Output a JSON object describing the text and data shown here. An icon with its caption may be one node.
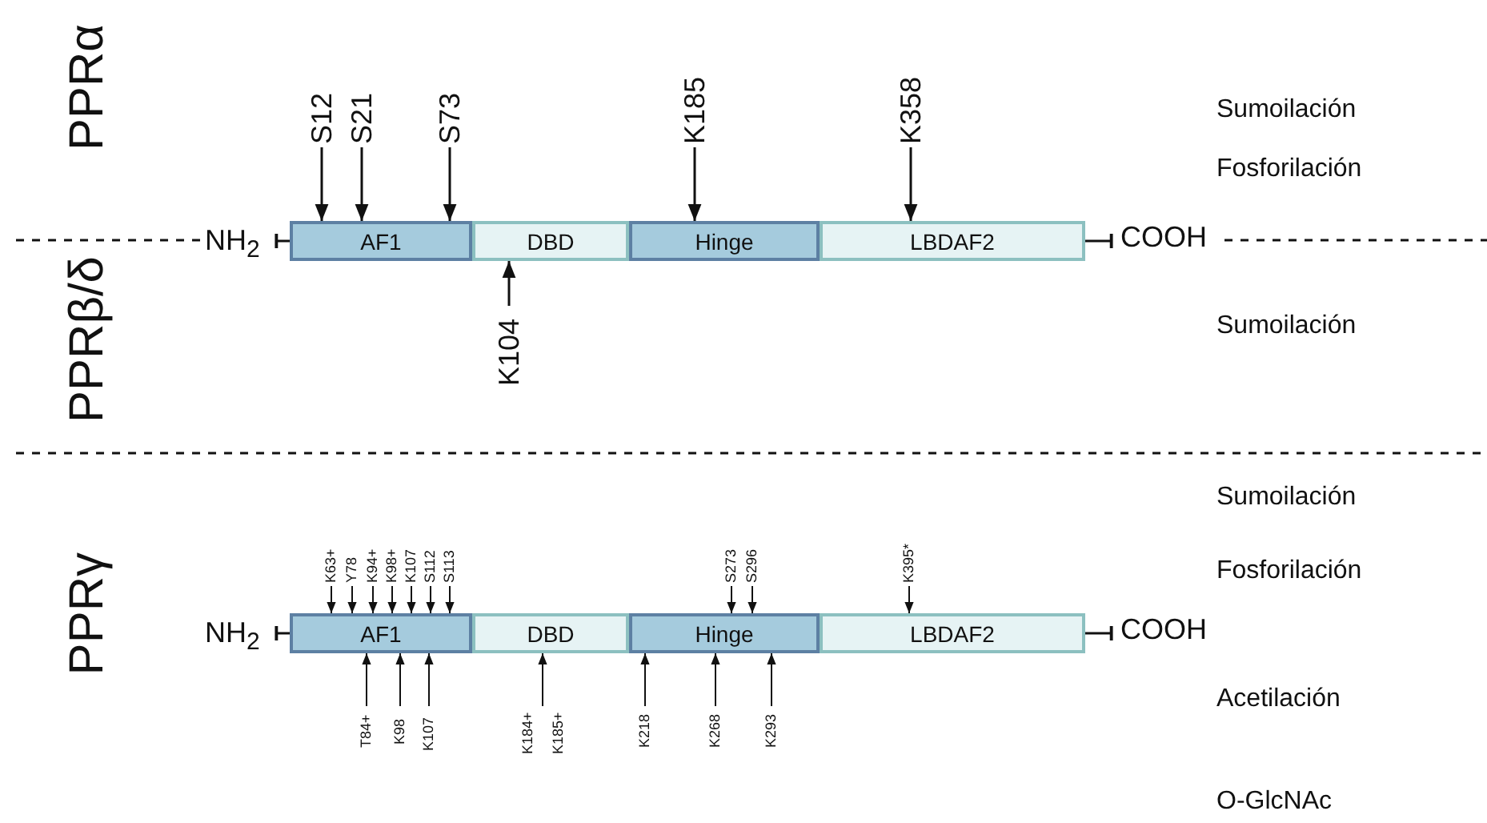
{
  "diagram": {
    "nodes": [
      {
        "text": [
          "NH$_{2}$"
        ]
      },
      {
        "text": [
          "AF1"
        ]
      },
      {
        "text": [
          "DBD"
        ]
      },
      {
        "text": [
          "Hinge"
        ]
      },
      {
        "text": [
          "LBDAF2"
        ]
      },
      {
        "text": [
          "COOH"
        ]
      },
      {
        "text": [
          "S12"
        ]
      },
      {
        "text": [
          "S21"
        ]
      },
      {
        "text": [
          "S73"
        ]
      },
      {
        "text": [
          "K185"
        ]
      },
      {
        "text": [
          "K358"
        ]
      },
      {
        "text": [
          "K104"
        ]
      },
      {
        "text": [
          "NH$_{2}$"
        ]
      },
      {
        "text": [
          "AF1"
        ]
      },
      {
        "text": [
          "DBD"
        ]
      },
      {
        "text": [
          "Hinge"
        ]
      },
      {
        "text": [
          "LBDAF2"
        ]
      },
      {
        "text": [
          "COOH"
        ]
      },
      {
        "text": [
          "K63+"
        ]
      },
      {
        "text": [
          "Y78"
        ]
      },
      {
        "text": [
          "K94+"
        ]
      },
      {
        "text": [
          "K98+"
        ]
      },
      {
        "text": [
          "K107"
        ]
      },
      {
        "text": [
          "S112"
        ]
      },
      {
        "text": [
          "S113"
        ]
      },
      {
        "text": [
          "S273"
        ]
      },
      {
        "text": [
          "S296"
        ]
      },
      {
        "text": [
          "K395*"
        ]
      },
      {
        "text": [
          "T84+"
        ]
      },
      {
        "text": [
          "K98"
        ]
      },
      {
        "text": [
          "K107"
        ]
      },
      {
        "text": [
          "K184+"
        ]
      },
      {
        "text": [
          "K185+"
        ]
      },
      {
        "text": [
          "K218"
        ]
      },
      {
        "text": [
          "K268"
        ]
      },
      {
        "text": [
          "K293"
        ]
      }
    ],
    "edges": [
      {
        "from": 0,
        "to": 1,
        "arrow": "other"
      },
      {
        "from": 5,
        "to": 4,
        "arrow": "other"
      },
      {
        "from": 6,
        "to": 1,
        "arrow": "to"
      },
      {
        "from": 7,
        "to": 1,
        "arrow": "to"
      },
      {
        "from": 8,
        "to": 1,
        "arrow": "to"
      },
      {
        "from": 9,
        "to": 3,
        "arrow": "to"
      },
      {
        "from": 10,
        "to": 4,
        "arrow": "to"
      },
      {
        "from": 11,
        "to": 2,
        "arrow": "to"
      },
      {
        "from": 12,
        "to": 13,
        "arrow": "other"
      },
      {
        "from": 17,
        "to": 16,
        "arrow": "other"
      },
      {
        "from": 18,
        "to": 13,
        "arrow": "to"
      },
      {
        "from": 19,
        "to": 13,
        "arrow": "to"
      },
      {
        "from": 20,
        "to": 13,
        "arrow": "to"
      },
      {
        "from": 21,
        "to": 13,
        "arrow": "to"
      },
      {
        "from": 22,
        "to": 13,
        "arrow": "to"
      },
      {
        "from": 23,
        "to": 13,
        "arrow": "to"
      },
      {
        "from": 24,
        "to": 13,
        "arrow": "to"
      },
      {
        "from": 25,
        "to": 15,
        "arrow": "to"
      },
      {
        "from": 26,
        "to": 15,
        "arrow": "to"
      },
      {
        "from": 27,
        "to": 16,
        "arrow": "to"
      },
      {
        "from": 28,
        "to": 13,
        "arrow": "to"
      },
      {
        "from": 29,
        "to": 13,
        "arrow": "to"
      },
      {
        "from": 30,
        "to": 13,
        "arrow": "to"
      },
      {
        "from": 31,
        "to": 14,
        "arrow": "to"
      },
      {
        "from": 32,
        "to": 14,
        "arrow": "to"
      },
      {
        "from": 33,
        "to": 15,
        "arrow": "to"
      },
      {
        "from": 34,
        "to": 15,
        "arrow": "to"
      },
      {
        "from": 35,
        "to": 15,
        "arrow": "to"
      }
    ],
    "labels": [
      "PPRα",
      "Sumoilación",
      "Fosforilación",
      "PPRβ/δ",
      "Sumoilación",
      "PPRγ",
      "Sumoilación",
      "Fosforilación",
      "Acetilación",
      "O-GlcNAc"
    ]
  }
}
